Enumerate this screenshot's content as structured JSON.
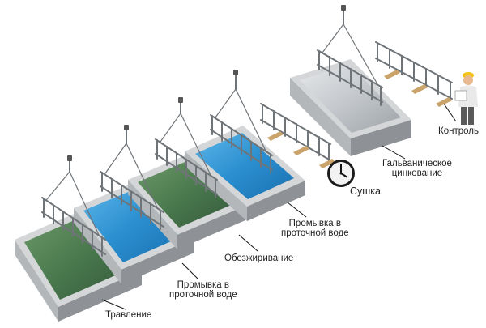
{
  "colors": {
    "water": "#2a8fd0",
    "solution": "#4a7a4e",
    "zinc": "#c4c8cc",
    "tank_top": "#d4d6d8",
    "tank_left": "#b4b7ba",
    "tank_right": "#8e9195",
    "rack": "#6f7478"
  },
  "icons": {
    "clock": "clock-icon",
    "worker": "worker-icon",
    "crane_hook": "crane-hook-icon"
  },
  "labels": {
    "pickling": "Травление",
    "rinse1_line1": "Промывка в",
    "rinse1_line2": "проточной воде",
    "degreasing": "Обезжиривание",
    "rinse2_line1": "Промывка в",
    "rinse2_line2": "проточной воде",
    "drying": "Сушка",
    "galv_line1": "Гальваническое",
    "galv_line2": "цинкование",
    "control": "Контроль"
  }
}
